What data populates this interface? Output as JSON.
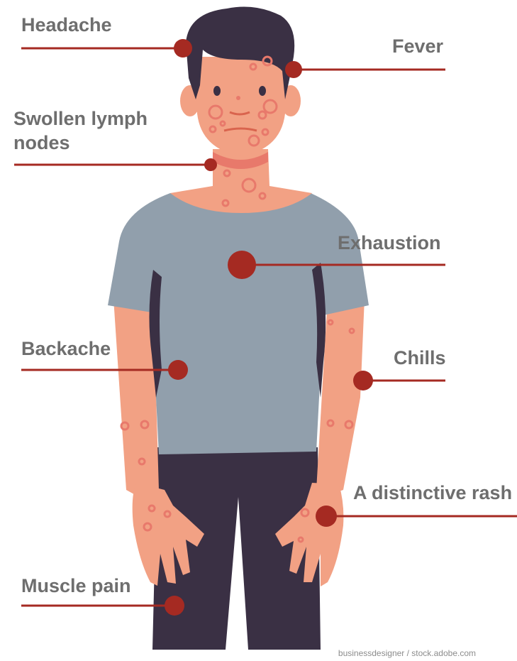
{
  "labels": {
    "headache": "Headache",
    "fever": "Fever",
    "swollen_lymph_nodes": "Swollen lymph nodes",
    "exhaustion": "Exhaustion",
    "backache": "Backache",
    "chills": "Chills",
    "distinctive_rash": "A distinctive rash",
    "muscle_pain": "Muscle pain"
  },
  "credit": "businessdesigner / stock.adobe.com",
  "colors": {
    "marker": "#a52a22",
    "label_text": "#6e6e6e",
    "skin": "#f2a184",
    "shirt": "#919fac",
    "pants": "#3a3044",
    "hair": "#3a3044",
    "rash": "#e8796b"
  }
}
